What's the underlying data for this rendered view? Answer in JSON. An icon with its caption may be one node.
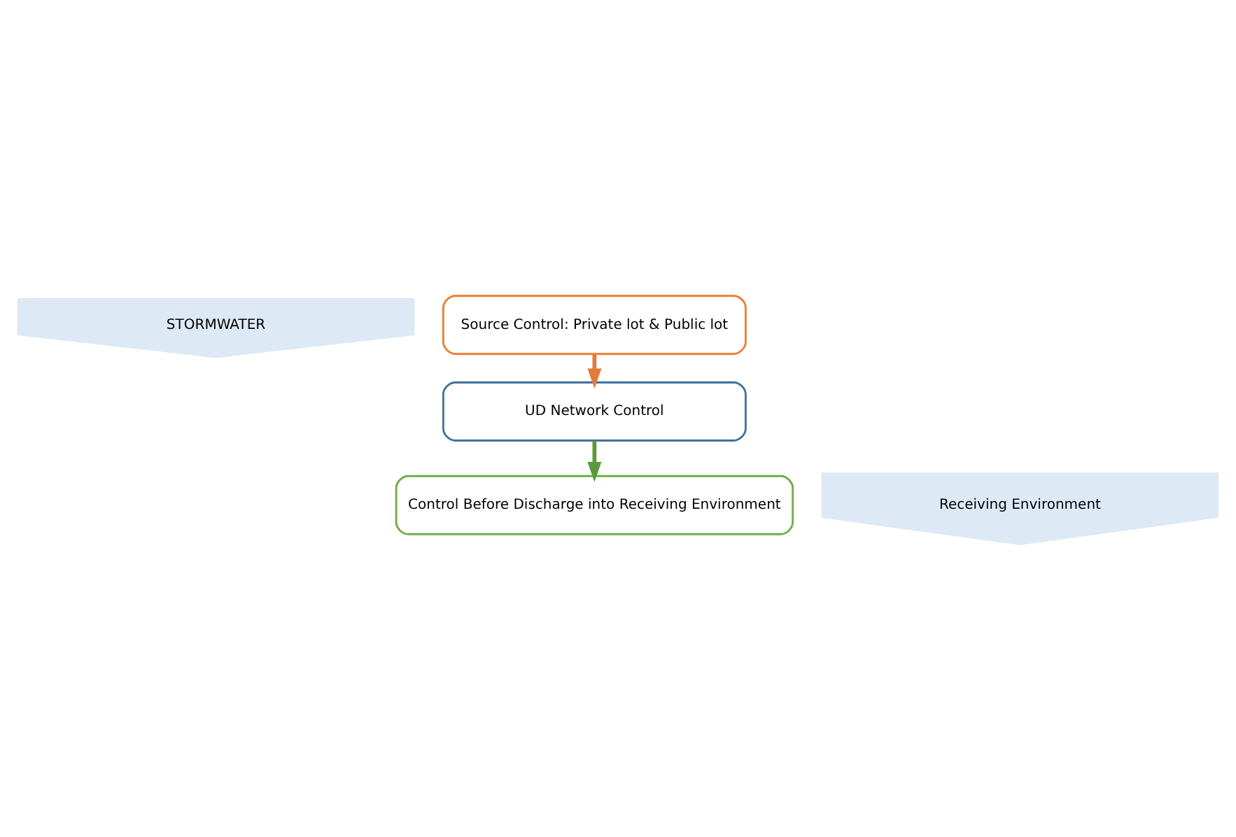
{
  "diagram": {
    "nodes": [
      {
        "text": [
          "STORMWATER"
        ]
      },
      {
        "text": [
          "Source Control: Private lot & Public lot"
        ]
      },
      {
        "text": [
          "UD Network Control"
        ]
      },
      {
        "text": [
          "Control Before Discharge into Receiving Environment"
        ]
      },
      {
        "text": [
          "Receiving Environment"
        ]
      }
    ],
    "edges": [
      {
        "from": 1,
        "to": 2,
        "arrow": "to",
        "color": "#e07b39"
      },
      {
        "from": 2,
        "to": 3,
        "arrow": "to",
        "color": "#5b9a3c"
      }
    ]
  }
}
